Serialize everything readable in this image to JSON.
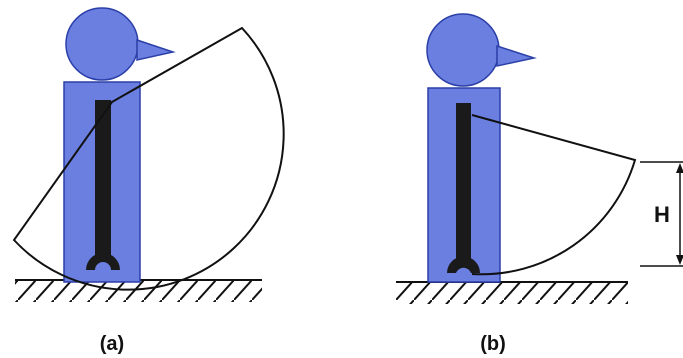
{
  "figure": {
    "panels": [
      {
        "caption": "(a)"
      },
      {
        "caption": "(b)"
      }
    ],
    "height_label": "H"
  },
  "colors": {
    "body_fill": "#6a7fe0",
    "body_stroke": "#2b3fa8",
    "limb": "#1a1a1a",
    "ground": "#111111",
    "swing_arc": "#111111"
  }
}
